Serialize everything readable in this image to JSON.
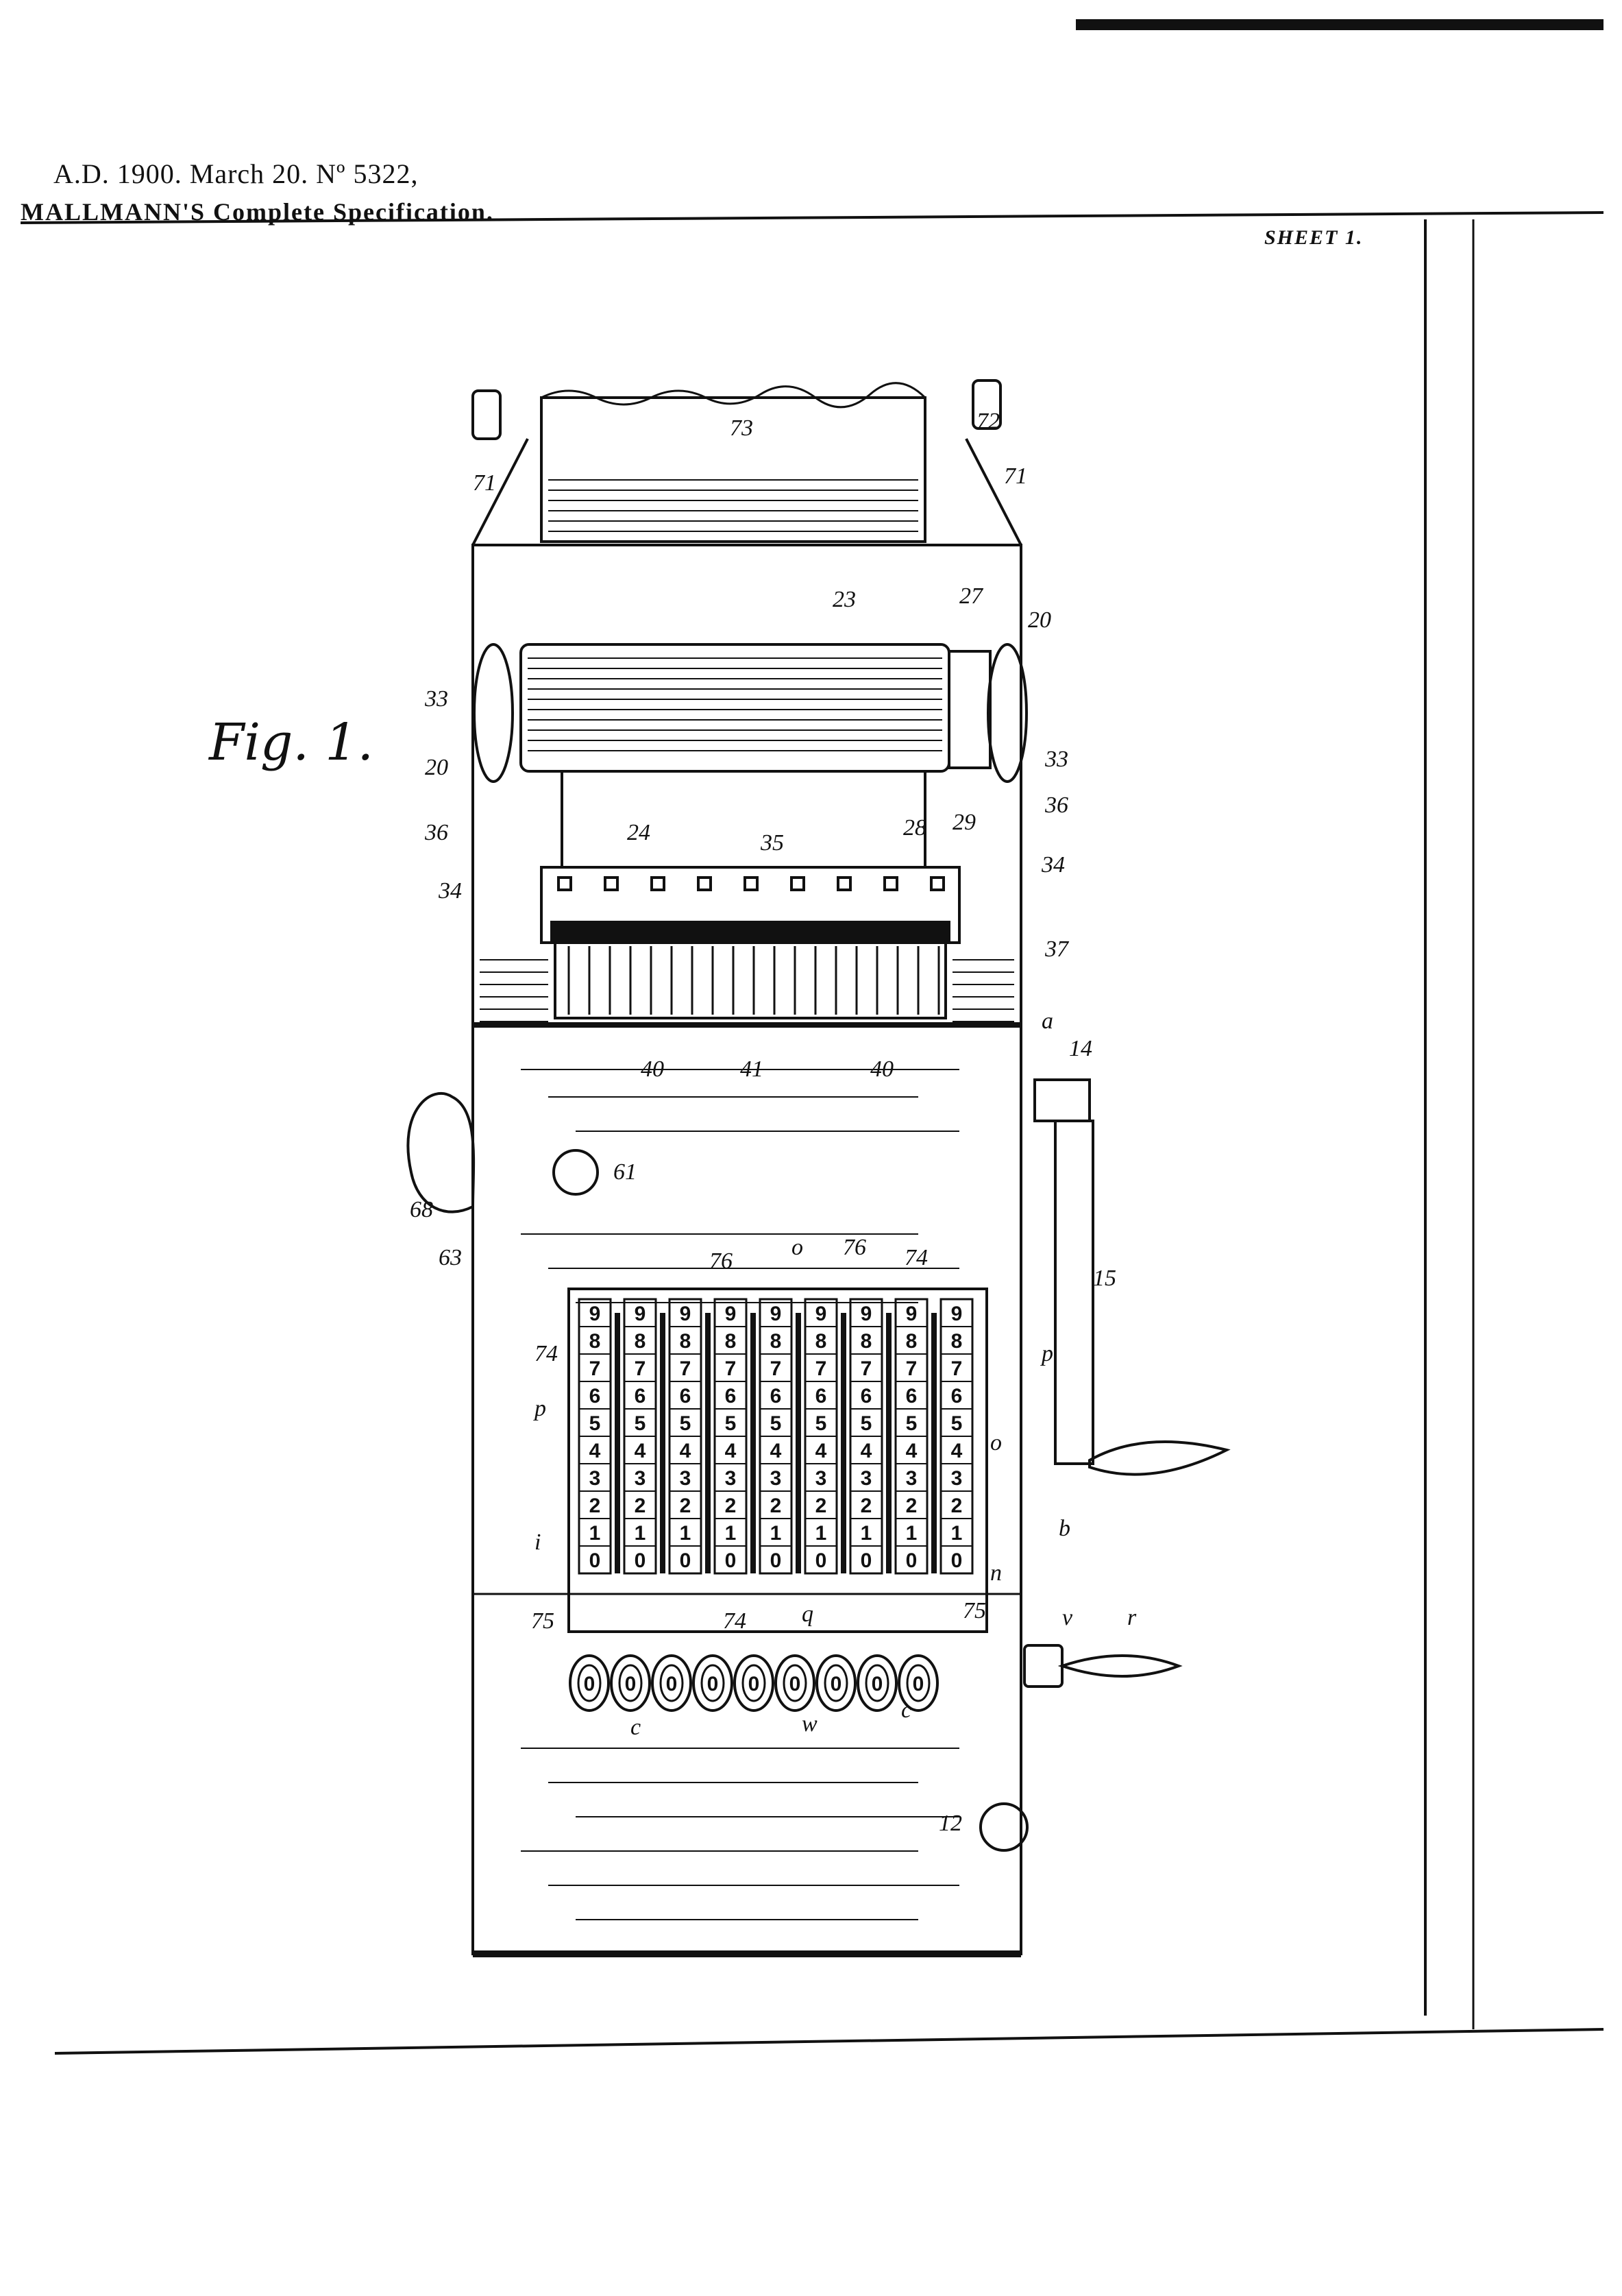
{
  "header": {
    "line1": "A.D. 1900. March 20. Nº 5322,",
    "line2": "MALLMANN'S Complete Specification.",
    "sheet": "SHEET 1."
  },
  "figure": {
    "title": "Fig. 1."
  },
  "labels": [
    "73",
    "72",
    "71",
    "71",
    "23",
    "27",
    "20",
    "33",
    "33",
    "20",
    "36",
    "36",
    "24",
    "35",
    "28",
    "29",
    "34",
    "34",
    "37",
    "40",
    "41",
    "40",
    "a",
    "14",
    "61",
    "68",
    "63",
    "15",
    "76",
    "o",
    "76",
    "74",
    "74",
    "p",
    "p",
    "o",
    "b",
    "i",
    "n",
    "75",
    "74",
    "q",
    "75",
    "v",
    "r",
    "c",
    "w",
    "c",
    "12"
  ],
  "counter_digits": [
    "9",
    "8",
    "7",
    "6",
    "5",
    "4",
    "3",
    "2",
    "1",
    "0"
  ],
  "dial_digit": "0",
  "colors": {
    "ink": "#111111",
    "paper": "#ffffff"
  }
}
